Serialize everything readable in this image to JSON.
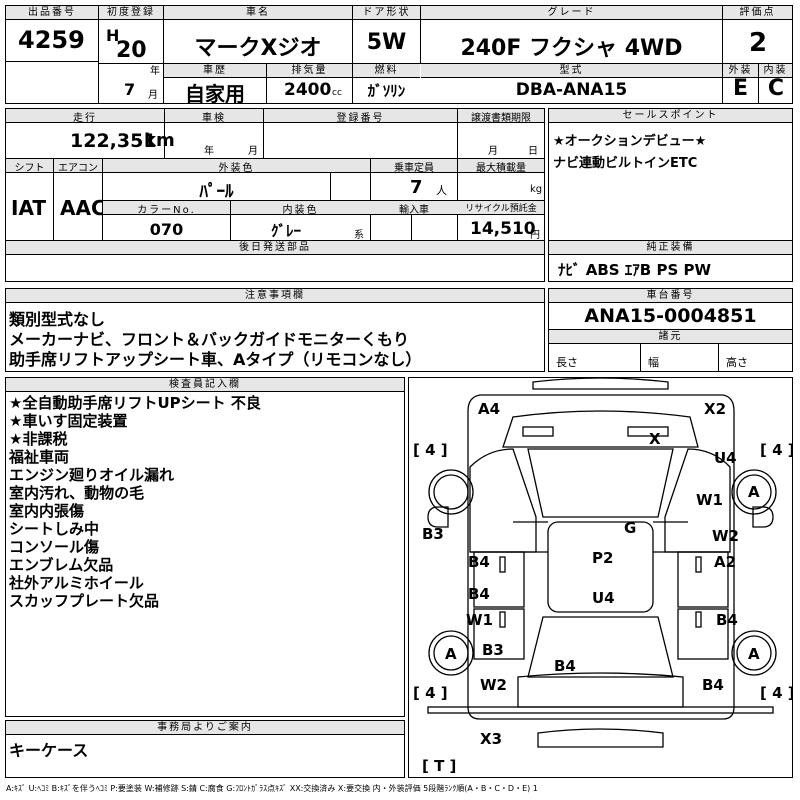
{
  "header": {
    "lot_label": "出品番号",
    "lot": "4259",
    "first_reg_label": "初度登録",
    "era": "H",
    "year": "20",
    "year_unit": "年",
    "month": "7",
    "month_unit": "月",
    "name_label": "車名",
    "name": "マークXジオ",
    "door_label": "ドア形状",
    "door": "5W",
    "grade_label": "グレード",
    "grade": "240F フクシャ 4WD",
    "score_label": "評価点",
    "score": "2",
    "history_label": "車歴",
    "history": "自家用",
    "disp_label": "排気量",
    "disp": "2400",
    "disp_unit": "cc",
    "fuel_label": "燃料",
    "fuel": "ｶﾞｿﾘﾝ",
    "model_label": "型式",
    "model": "DBA-ANA15",
    "ext_label": "外装",
    "ext": "E",
    "int_label": "内装",
    "int": "C"
  },
  "row2": {
    "mileage_label": "走行",
    "mileage": "122,351",
    "mileage_unit": "km",
    "inspect_label": "車検",
    "year_unit": "年",
    "month_unit": "月",
    "reg_label": "登録番号",
    "transfer_label": "譲渡書類期限",
    "t_month": "月",
    "t_day": "日",
    "shift_label": "シフト",
    "shift": "IAT",
    "ac_label": "エアコン",
    "ac": "AAC",
    "color_label": "外装色",
    "color": "ﾊﾟｰﾙ",
    "cap_label": "乗車定員",
    "cap": "7",
    "cap_unit": "人",
    "load_label": "最大積載量",
    "load_unit": "kg",
    "colorno_label": "カラーNo.",
    "colorno": "070",
    "intcolor_label": "内装色",
    "intcolor": "ｸﾞﾚｰ",
    "intcolor_unit": "系",
    "import_label": "輸入車",
    "recycle_label": "リサイクル預託金",
    "recycle": "14,510",
    "recycle_unit": "円",
    "later_label": "後日発送部品"
  },
  "sales": {
    "label": "セールスポイント",
    "line1": "★オークションデビュー★",
    "line2": "ナビ連動ビルトインETC"
  },
  "equip": {
    "label": "純正装備",
    "value": "ﾅﾋﾞ ABS ｴｱB PS PW"
  },
  "notes": {
    "label": "注意事項欄",
    "line1": "類別型式なし",
    "line2": "メーカーナビ、フロント＆バックガイドモニターくもり",
    "line3": "助手席リフトアップシート車、Aタイプ（リモコンなし）"
  },
  "chassis": {
    "label": "車台番号",
    "value": "ANA15-0004851",
    "dims_label": "諸元",
    "len": "長さ",
    "wid": "幅",
    "hgt": "高さ"
  },
  "inspector": {
    "label": "検査員記入欄",
    "lines": [
      "★全自動助手席リフトUPシート 不良",
      "★車いす固定装置",
      "★非課税",
      "福祉車両",
      "エンジン廻りオイル漏れ",
      "室内汚れ、動物の毛",
      "室内内張傷",
      "シートしみ中",
      "コンソール傷",
      "エンブレム欠品",
      "社外アルミホイール",
      "スカッフプレート欠品"
    ]
  },
  "office": {
    "label": "事務局よりご案内",
    "value": "キーケース"
  },
  "diagram": {
    "bracket4": "[ 4 ]",
    "bracketT": "[ T ]",
    "marks": {
      "A4": "A4",
      "X2": "X2",
      "X": "X",
      "U4": "U4",
      "A_fr": "A",
      "W1_r": "W1",
      "G": "G",
      "B3_l": "B3",
      "W2_r": "W2",
      "B4_l1": "B4",
      "A2": "A2",
      "P2": "P2",
      "B4_l2": "B4",
      "U4_c": "U4",
      "W1_l": "W1",
      "B4_r": "B4",
      "A_rl": "A",
      "B3_rl": "B3",
      "A_rr": "A",
      "B4_c": "B4",
      "W2_l": "W2",
      "B4_rr": "B4",
      "X3": "X3"
    }
  },
  "legend": "A:ｷｽﾞ U:ﾍｺﾐ B:ｷｽﾞを伴うﾍｺﾐ P:要塗装 W:補修跡 S:錆 C:腐食 G:ﾌﾛﾝﾄｶﾞﾗｽ点ｷｽﾞ XX:交換済み X:要交換 内・外装評価 5段階ﾗﾝｸ順(A・B・C・D・E) 1"
}
